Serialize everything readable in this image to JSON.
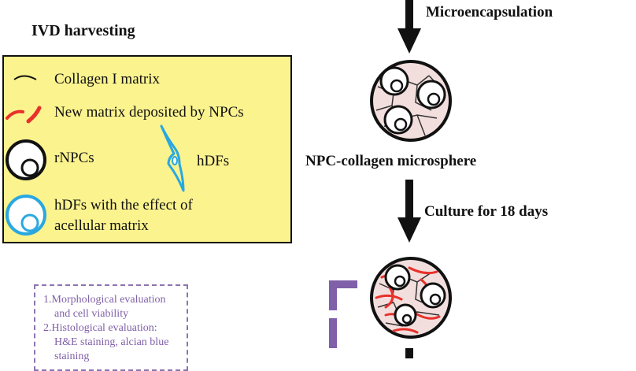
{
  "section_title": "IVD harvesting",
  "legend": {
    "collagen": "Collagen I matrix",
    "new_matrix": "New matrix deposited by NPCs",
    "rnpcs": "rNPCs",
    "hdfs": "hDFs",
    "hdfs_effect_line1": "hDFs with the effect of",
    "hdfs_effect_line2": "acellular matrix"
  },
  "flow": {
    "step1": "Microencapsulation",
    "product": "NPC-collagen microsphere",
    "step2": "Culture for 18 days"
  },
  "evaluations": {
    "line1": "1.Morphological evaluation",
    "line2": "and cell viability",
    "line3": "2.Histological evaluation:",
    "line4": "H&E staining, alcian blue",
    "line5": "staining"
  },
  "colors": {
    "legend_bg": "#fbf38e",
    "new_matrix": "#e8312a",
    "hdf": "#29a8e0",
    "sphere_bg": "#f3dede",
    "evaluation": "#8060a8"
  }
}
